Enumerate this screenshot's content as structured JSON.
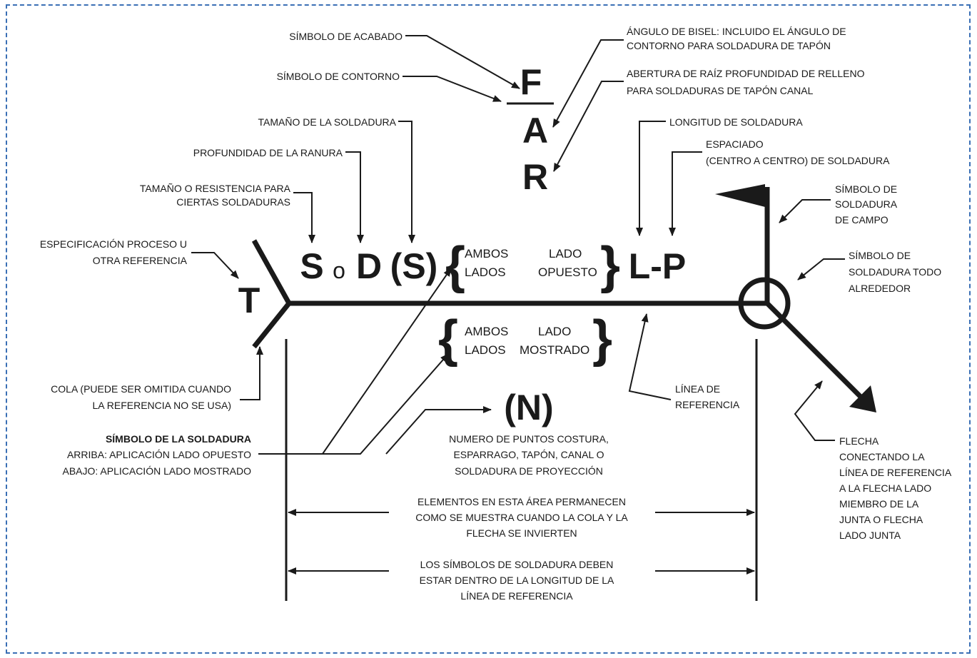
{
  "symbols": {
    "F": "F",
    "A": "A",
    "R": "R",
    "T": "T",
    "S": "S",
    "o": "o",
    "D": "D",
    "S_paren": "(S)",
    "L_P": "L-P",
    "N": "(N)",
    "upper_brace_left": "{",
    "upper_brace_right": "}",
    "lower_brace_left": "{",
    "lower_brace_right": "}"
  },
  "brace_upper": {
    "line1_a": "AMBOS",
    "line1_b": "LADO",
    "line2_a": "LADOS",
    "line2_b": "OPUESTO"
  },
  "brace_lower": {
    "line1_a": "AMBOS",
    "line1_b": "LADO",
    "line2_a": "LADOS",
    "line2_b": "MOSTRADO"
  },
  "labels": {
    "acabado": "SÍMBOLO DE ACABADO",
    "contorno": "SÍMBOLO DE CONTORNO",
    "tamano": "TAMAÑO DE LA SOLDADURA",
    "profundidad": "PROFUNDIDAD DE LA RANURA",
    "resistencia": [
      "TAMAÑO O RESISTENCIA PARA",
      "CIERTAS SOLDADURAS"
    ],
    "especificacion": [
      "ESPECIFICACIÓN PROCESO U",
      "OTRA REFERENCIA"
    ],
    "angulo": [
      "ÁNGULO DE BISEL: INCLUIDO EL ÁNGULO DE",
      "CONTORNO PARA SOLDADURA DE TAPÓN"
    ],
    "abertura": [
      "ABERTURA DE RAÍZ PROFUNDIDAD DE RELLENO",
      "PARA SOLDADURAS DE TAPÓN CANAL"
    ],
    "longitud": "LONGITUD DE SOLDADURA",
    "espaciado": [
      "ESPACIADO",
      "(CENTRO A CENTRO) DE SOLDADURA"
    ],
    "campo": [
      "SÍMBOLO DE",
      "SOLDADURA",
      "DE CAMPO"
    ],
    "todo_alrededor": [
      "SÍMBOLO DE",
      "SOLDADURA TODO",
      "ALREDEDOR"
    ],
    "cola": [
      "COLA (PUEDE SER OMITIDA CUANDO",
      "LA REFERENCIA NO SE USA)"
    ],
    "simbolo_soldadura_title": "SÍMBOLO DE LA SOLDADURA",
    "simbolo_soldadura": [
      "ARRIBA: APLICACIÓN LADO OPUESTO",
      "ABAJO: APLICACIÓN LADO MOSTRADO"
    ],
    "numero": [
      "NUMERO DE PUNTOS COSTURA,",
      "ESPARRAGO, TAPÓN, CANAL O",
      "SOLDADURA DE PROYECCIÓN"
    ],
    "linea_referencia": [
      "LÍNEA DE",
      "REFERENCIA"
    ],
    "flecha": [
      "FLECHA",
      "CONECTANDO LA",
      "LÍNEA DE REFERENCIA",
      "A LA FLECHA LADO",
      "MIEMBRO DE LA",
      "JUNTA O FLECHA",
      "LADO JUNTA"
    ],
    "elementos": [
      "ELEMENTOS EN ESTA ÁREA PERMANECEN",
      "COMO SE MUESTRA CUANDO LA COLA Y LA",
      "FLECHA SE INVIERTEN"
    ],
    "simbolos_deben": [
      "LOS SÍMBOLOS DE SOLDADURA DEBEN",
      "ESTAR DENTRO DE LA LONGITUD DE LA",
      "LÍNEA DE REFERENCIA"
    ]
  }
}
